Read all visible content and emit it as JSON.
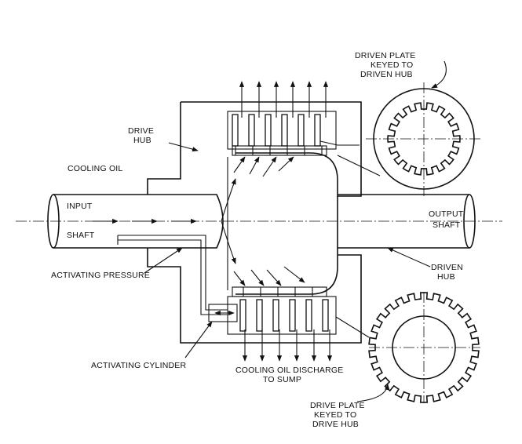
{
  "labels": {
    "driven_plate": [
      "DRIVEN PLATE",
      "KEYED TO",
      "DRIVEN HUB"
    ],
    "drive_hub": [
      "DRIVE",
      "HUB"
    ],
    "cooling_oil": "COOLING OIL",
    "input": "INPUT",
    "shaft_left": "SHAFT",
    "output": "OUTPUT",
    "shaft_right": "SHAFT",
    "driven_hub": [
      "DRIVEN",
      "HUB"
    ],
    "activating_pressure": "ACTIVATING PRESSURE",
    "activating_cylinder": "ACTIVATING CYLINDER",
    "cooling_discharge": [
      "COOLING OIL DISCHARGE",
      "TO SUMP"
    ],
    "drive_plate": [
      "DRIVE PLATE",
      "KEYED TO",
      "DRIVE HUB"
    ]
  },
  "colors": {
    "ink": "#111111",
    "paper": "#ffffff"
  }
}
